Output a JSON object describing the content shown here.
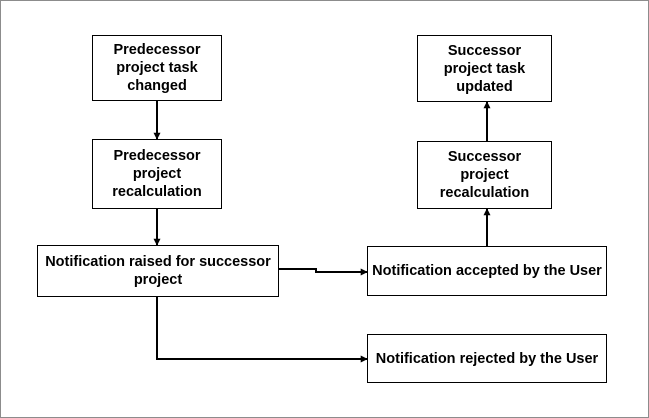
{
  "nodes": {
    "predecessor_task_changed": "Predecessor project task changed",
    "predecessor_recalculation": "Predecessor project recalculation",
    "notification_raised": "Notification raised for successor project",
    "successor_task_updated": "Successor project task updated",
    "successor_recalculation": "Successor project recalculation",
    "notification_accepted": "Notification accepted by the User",
    "notification_rejected": "Notification rejected by the User"
  },
  "edges": [
    {
      "from": "predecessor_task_changed",
      "to": "predecessor_recalculation"
    },
    {
      "from": "predecessor_recalculation",
      "to": "notification_raised"
    },
    {
      "from": "notification_raised",
      "to": "notification_accepted"
    },
    {
      "from": "notification_raised",
      "to": "notification_rejected"
    },
    {
      "from": "notification_accepted",
      "to": "successor_recalculation"
    },
    {
      "from": "successor_recalculation",
      "to": "successor_task_updated"
    }
  ],
  "colors": {
    "stroke": "#000000",
    "frame": "#8c8c8c",
    "background": "#ffffff"
  }
}
